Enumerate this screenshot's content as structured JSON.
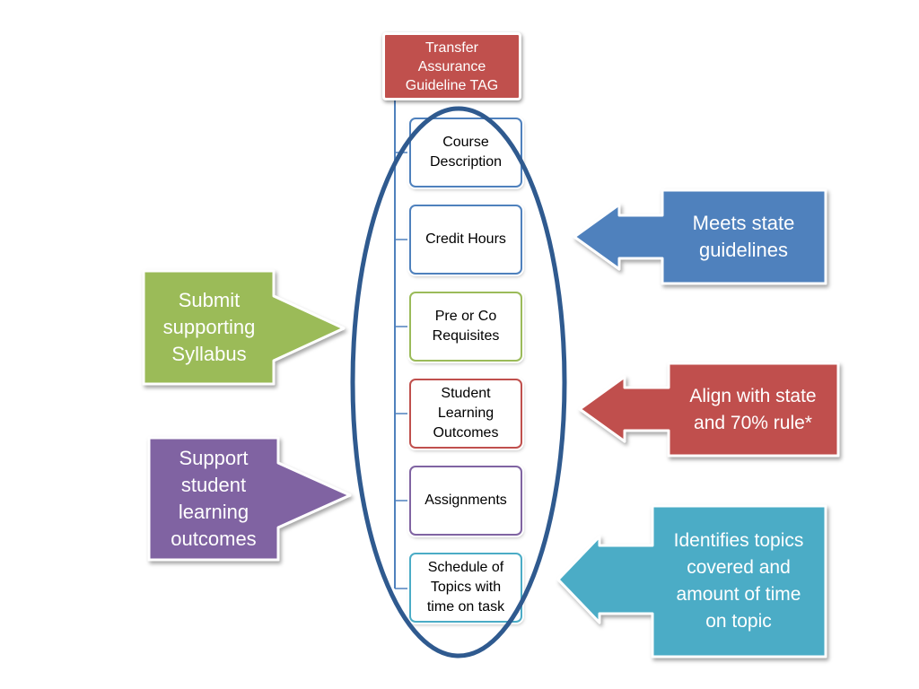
{
  "diagram": {
    "root": {
      "label": "Transfer Assurance Guideline TAG",
      "lines": [
        "Transfer",
        "Assurance",
        "Guideline TAG"
      ],
      "color": "#c0504d"
    },
    "components": [
      {
        "lines": [
          "Course",
          "Description"
        ],
        "border": "#4f81bd"
      },
      {
        "lines": [
          "Credit Hours"
        ],
        "border": "#4f81bd"
      },
      {
        "lines": [
          "Pre or Co",
          "Requisites"
        ],
        "border": "#9bbb59"
      },
      {
        "lines": [
          "Student",
          "Learning",
          "Outcomes"
        ],
        "border": "#c0504d"
      },
      {
        "lines": [
          "Assignments"
        ],
        "border": "#8064a2"
      },
      {
        "lines": [
          "Schedule of",
          "Topics with",
          "time on task"
        ],
        "border": "#4bacc6"
      }
    ],
    "left_callouts": [
      {
        "lines": [
          "Submit",
          "supporting",
          "Syllabus"
        ],
        "color": "#9bbb59"
      },
      {
        "lines": [
          "Support",
          "student",
          "learning",
          "outcomes"
        ],
        "color": "#8064a2"
      }
    ],
    "right_callouts": [
      {
        "lines": [
          "Meets state",
          "guidelines"
        ],
        "color": "#4f81bd"
      },
      {
        "lines": [
          "Align with state",
          "and 70% rule*"
        ],
        "color": "#c0504d"
      },
      {
        "lines": [
          "Identifies topics",
          "covered and",
          "amount of time",
          "on topic"
        ],
        "color": "#4bacc6"
      }
    ],
    "ellipse_color": "#2f5a8f",
    "connector_color": "#4f81bd"
  }
}
